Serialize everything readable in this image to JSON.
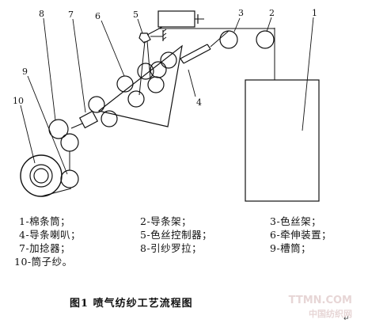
{
  "diagram": {
    "callouts": [
      "1",
      "2",
      "3",
      "4",
      "5",
      "6",
      "7",
      "8",
      "9",
      "10"
    ]
  },
  "legend": [
    {
      "text": "1-棉条筒；"
    },
    {
      "text": "2-导条架；"
    },
    {
      "text": "3-色丝架；"
    },
    {
      "text": "4-导条喇叭；"
    },
    {
      "text": "5-色丝控制器；"
    },
    {
      "text": "6-牵伸装置；"
    },
    {
      "text": "7-加捻器；"
    },
    {
      "text": "8-引纱罗拉；"
    },
    {
      "text": "9-槽筒；"
    },
    {
      "text": "10-筒子纱。"
    }
  ],
  "caption": "图1 喷气纺纱工艺流程图",
  "watermark": {
    "line1": "TTMN.COM",
    "line2": "中国纺织网"
  },
  "end_mark": "↵"
}
